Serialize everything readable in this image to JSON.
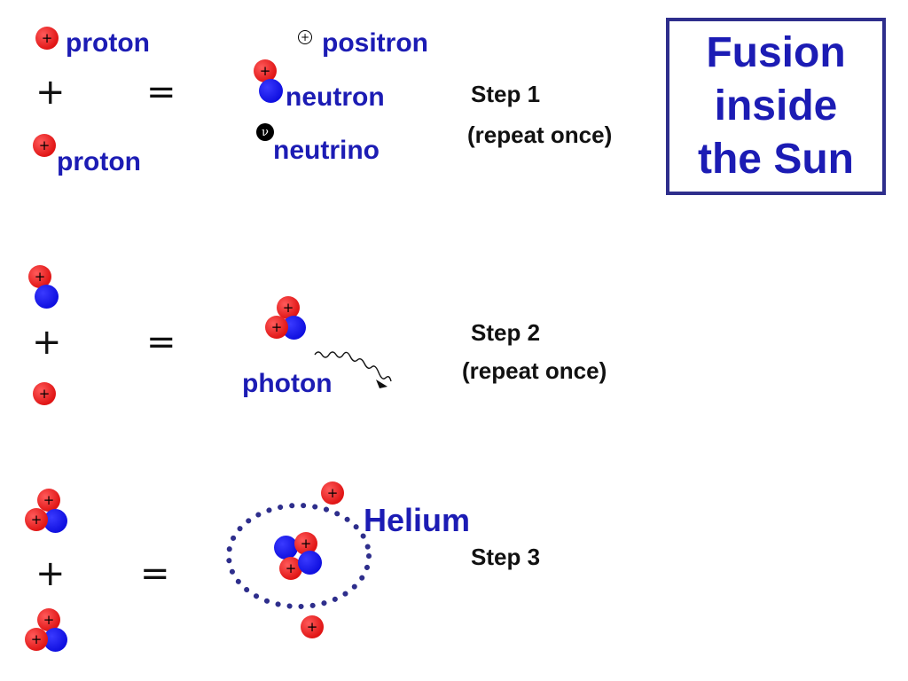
{
  "title": {
    "line1": "Fusion",
    "line2": "inside",
    "line3": "the Sun"
  },
  "symbols": {
    "plus": "+",
    "equals": "=",
    "charge": "+",
    "neutrino_symbol": "ν"
  },
  "step1": {
    "label": "Step 1",
    "note": "(repeat once)",
    "input1": "proton",
    "input2": "proton",
    "out_positron": "positron",
    "out_neutron": "neutron",
    "out_neutrino": "neutrino"
  },
  "step2": {
    "label": "Step 2",
    "note": "(repeat once)",
    "out_photon": "photon"
  },
  "step3": {
    "label": "Step 3",
    "out_helium": "Helium"
  },
  "colors": {
    "proton": "#e01515",
    "neutron": "#1010e0",
    "label": "#1c1cb4",
    "dots": "#2e2e8c"
  }
}
